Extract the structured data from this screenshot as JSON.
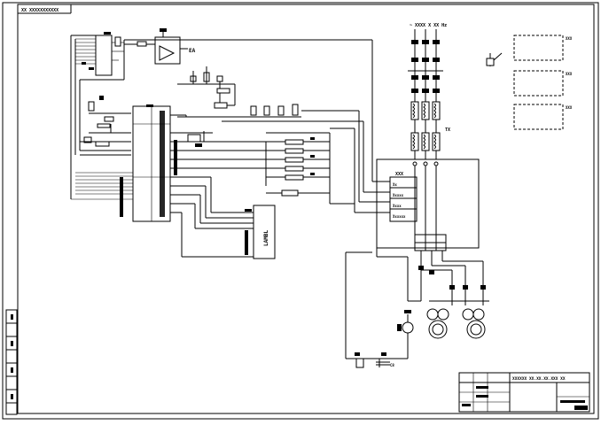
{
  "sheet": {
    "header_label": "XX XXXXXXXXXXX",
    "title_block_text": "XXXXXX  XX.XX.XX.XXX  XX"
  },
  "labels": {
    "top_voltage": "~ XXXX X XX Hz",
    "ic_label": "LAMBL",
    "controller_label": "XXX",
    "controller_terminals": [
      "Xx",
      "Xxxxx",
      "Xxxx",
      "Xxxxxx"
    ],
    "transformer_label": "TX",
    "ea_label": "EA",
    "c8_label": "C8"
  },
  "boxes": [
    "XXX",
    "XXX",
    "XXX"
  ]
}
